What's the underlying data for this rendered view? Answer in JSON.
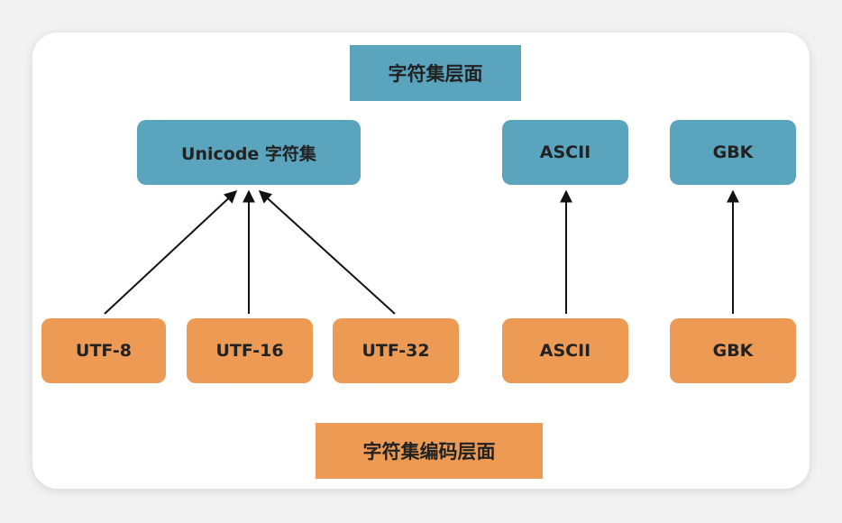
{
  "layers": {
    "charset_layer": "字符集层面",
    "encoding_layer": "字符集编码层面"
  },
  "charsets": {
    "unicode": "Unicode 字符集",
    "ascii": "ASCII",
    "gbk": "GBK"
  },
  "encodings": {
    "utf8": "UTF-8",
    "utf16": "UTF-16",
    "utf32": "UTF-32",
    "ascii": "ASCII",
    "gbk": "GBK"
  },
  "colors": {
    "charset_fill": "#5ba4be",
    "encoding_fill": "#ec9a54",
    "arrow": "#111111"
  }
}
